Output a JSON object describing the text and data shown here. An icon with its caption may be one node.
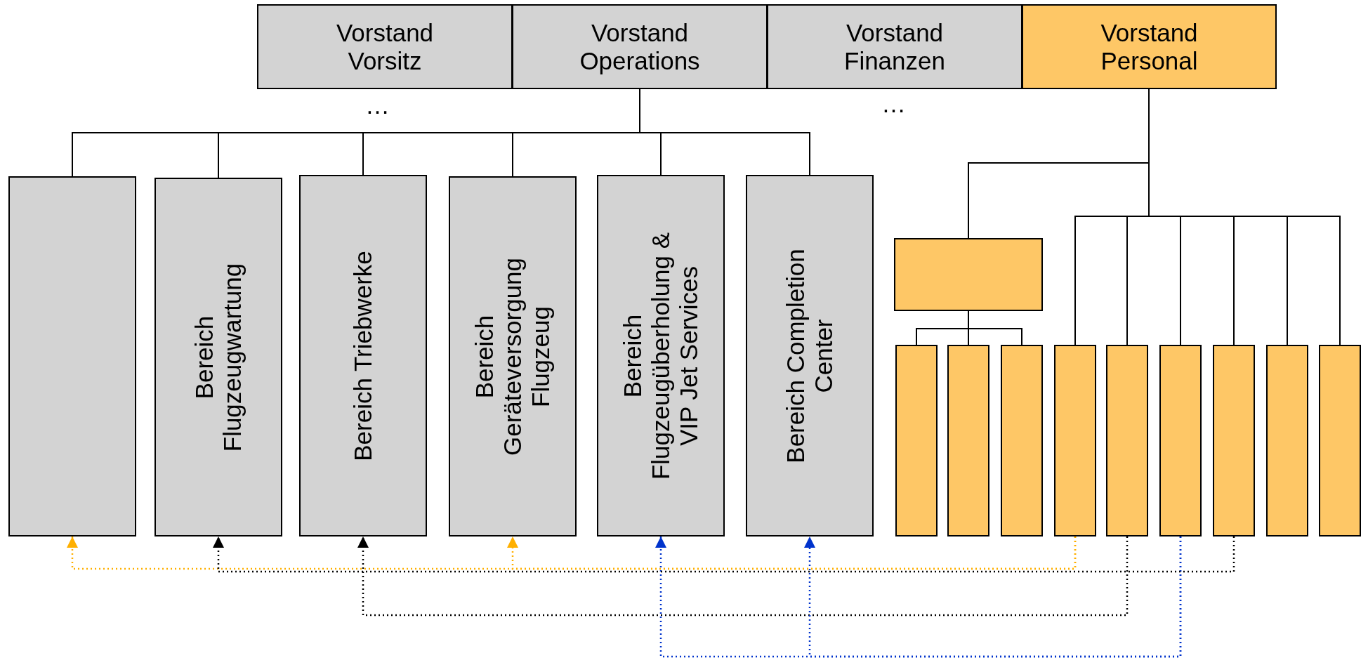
{
  "diagram": {
    "nodes": [
      {
        "text": [
          "Vorstand Vorsitz"
        ]
      },
      {
        "text": [
          "Vorstand Operations"
        ]
      },
      {
        "text": [
          "Vorstand Finanzen"
        ]
      },
      {
        "text": [
          "Vorstand Personal"
        ]
      },
      {
        "text": [],
        "shape": "box"
      },
      {
        "text": [
          "Bereich Flugzeugwartung"
        ]
      },
      {
        "text": [
          "Bereich Triebwerke"
        ]
      },
      {
        "text": [
          "Bereich Geräteversorgung Flugzeug"
        ]
      },
      {
        "text": [
          "Bereich Flugzeugüberholung & VIP Jet Services"
        ]
      },
      {
        "text": [
          "Bereich Completion Center"
        ]
      },
      {
        "text": [],
        "shape": "box"
      },
      {
        "text": [],
        "shape": "box"
      },
      {
        "text": [],
        "shape": "box"
      },
      {
        "text": [],
        "shape": "box"
      },
      {
        "text": [],
        "shape": "box"
      },
      {
        "text": [],
        "shape": "box"
      },
      {
        "text": [],
        "shape": "box"
      },
      {
        "text": [],
        "shape": "box"
      },
      {
        "text": [],
        "shape": "box"
      },
      {
        "text": [],
        "shape": "box"
      }
    ],
    "edges": [
      {
        "from": 1,
        "to": 4,
        "arrow": "none"
      },
      {
        "from": 1,
        "to": 5,
        "arrow": "none"
      },
      {
        "from": 1,
        "to": 6,
        "arrow": "none"
      },
      {
        "from": 1,
        "to": 7,
        "arrow": "none"
      },
      {
        "from": 1,
        "to": 8,
        "arrow": "none"
      },
      {
        "from": 1,
        "to": 9,
        "arrow": "none"
      },
      {
        "from": 3,
        "to": 10,
        "arrow": "none"
      },
      {
        "from": 10,
        "to": 11,
        "arrow": "none"
      },
      {
        "from": 10,
        "to": 12,
        "arrow": "none"
      },
      {
        "from": 10,
        "to": 13,
        "arrow": "none"
      },
      {
        "from": 3,
        "to": 14,
        "arrow": "none"
      },
      {
        "from": 3,
        "to": 15,
        "arrow": "none"
      },
      {
        "from": 3,
        "to": 16,
        "arrow": "none"
      },
      {
        "from": 3,
        "to": 17,
        "arrow": "none"
      },
      {
        "from": 3,
        "to": 18,
        "arrow": "none"
      },
      {
        "from": 3,
        "to": 19,
        "arrow": "none"
      },
      {
        "from": 14,
        "to": 4,
        "arrow": "to",
        "style": "dashed",
        "color": "#ffb000"
      },
      {
        "from": 14,
        "to": 7,
        "arrow": "to",
        "style": "dashed",
        "color": "#ffb000"
      },
      {
        "from": 15,
        "to": 6,
        "arrow": "to",
        "style": "dashed"
      },
      {
        "from": 16,
        "to": 8,
        "arrow": "to",
        "style": "dashed",
        "color": "#0033cc"
      },
      {
        "from": 16,
        "to": 9,
        "arrow": "to",
        "style": "dashed",
        "color": "#0033cc"
      },
      {
        "from": 17,
        "to": 5,
        "arrow": "to",
        "style": "dashed"
      }
    ],
    "labels": [
      "…",
      "…"
    ]
  }
}
